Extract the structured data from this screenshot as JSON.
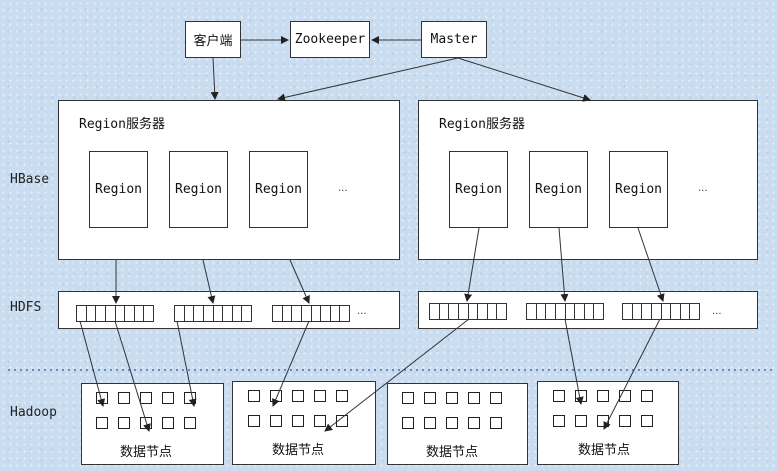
{
  "top": {
    "client": "客户端",
    "zookeeper": "Zookeeper",
    "master": "Master"
  },
  "layers": {
    "hbase": "HBase",
    "hdfs": "HDFS",
    "hadoop": "Hadoop"
  },
  "servers": [
    {
      "title": "Region服务器",
      "regions": [
        "Region",
        "Region",
        "Region"
      ],
      "more": "..."
    },
    {
      "title": "Region服务器",
      "regions": [
        "Region",
        "Region",
        "Region"
      ],
      "more": "..."
    }
  ],
  "hdfs_more": [
    "...",
    "..."
  ],
  "data_nodes": [
    "数据节点",
    "数据节点",
    "数据节点",
    "数据节点"
  ]
}
